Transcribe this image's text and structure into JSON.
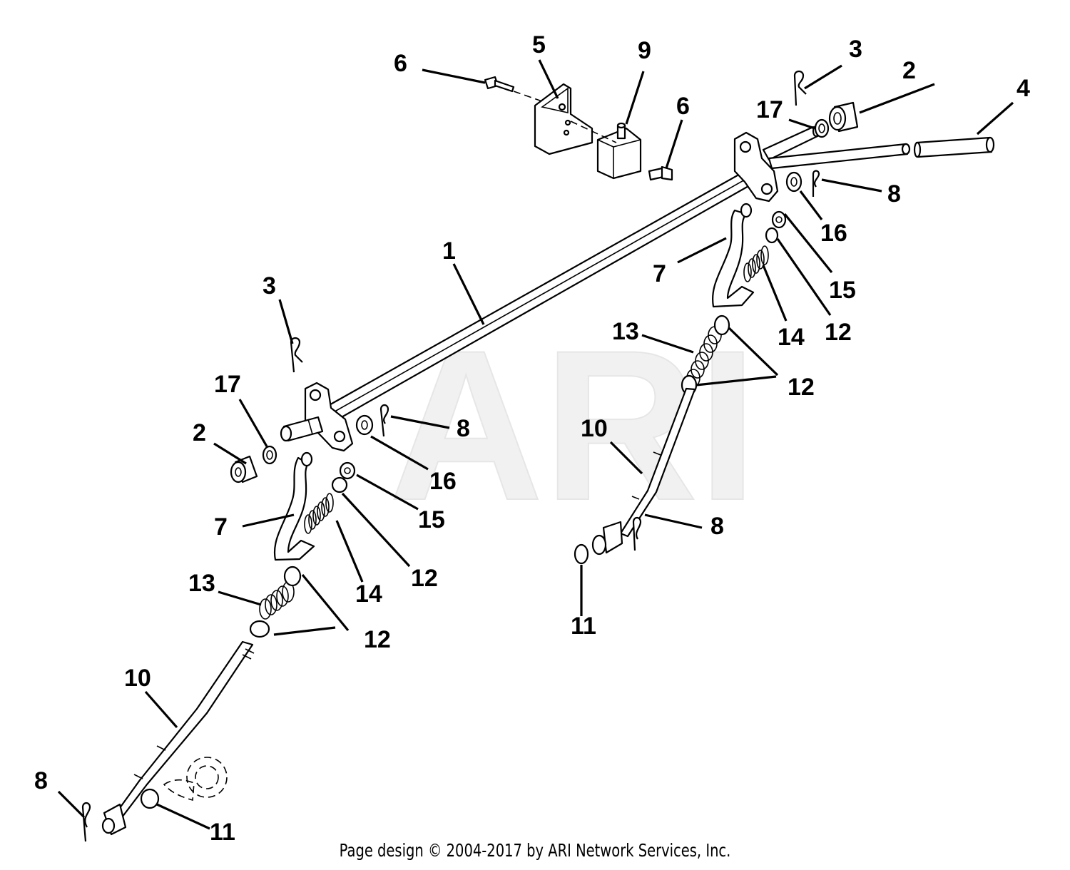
{
  "watermark": "ARI",
  "footer": "Page design © 2004-2017 by ARI Network Services, Inc.",
  "callouts": {
    "c1": "1",
    "c2a": "2",
    "c2b": "2",
    "c3a": "3",
    "c3b": "3",
    "c4": "4",
    "c5": "5",
    "c6a": "6",
    "c6b": "6",
    "c7a": "7",
    "c7b": "7",
    "c8a": "8",
    "c8b": "8",
    "c8c": "8",
    "c8d": "8",
    "c9": "9",
    "c10a": "10",
    "c10b": "10",
    "c11a": "11",
    "c11b": "11",
    "c12a": "12",
    "c12b": "12",
    "c12c": "12",
    "c12d": "12",
    "c13a": "13",
    "c13b": "13",
    "c14a": "14",
    "c14b": "14",
    "c15a": "15",
    "c15b": "15",
    "c16a": "16",
    "c16b": "16",
    "c17a": "17",
    "c17b": "17"
  }
}
